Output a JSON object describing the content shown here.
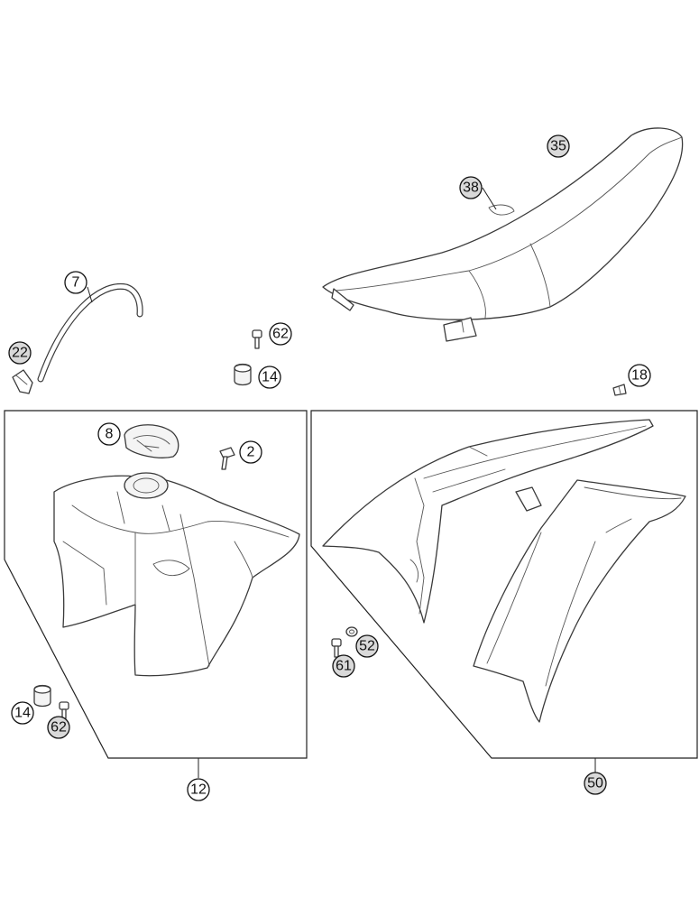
{
  "callouts": [
    {
      "id": "c35",
      "label": "35",
      "shaded": true
    },
    {
      "id": "c38",
      "label": "38",
      "shaded": true
    },
    {
      "id": "c7",
      "label": "7",
      "shaded": false
    },
    {
      "id": "c22",
      "label": "22",
      "shaded": true
    },
    {
      "id": "c62a",
      "label": "62",
      "shaded": false
    },
    {
      "id": "c14a",
      "label": "14",
      "shaded": false
    },
    {
      "id": "c18",
      "label": "18",
      "shaded": false
    },
    {
      "id": "c8",
      "label": "8",
      "shaded": false
    },
    {
      "id": "c2",
      "label": "2",
      "shaded": false
    },
    {
      "id": "c52",
      "label": "52",
      "shaded": true
    },
    {
      "id": "c61",
      "label": "61",
      "shaded": true
    },
    {
      "id": "c14b",
      "label": "14",
      "shaded": false
    },
    {
      "id": "c62b",
      "label": "62",
      "shaded": true
    },
    {
      "id": "c12",
      "label": "12",
      "shaded": false
    },
    {
      "id": "c50",
      "label": "50",
      "shaded": true
    }
  ]
}
